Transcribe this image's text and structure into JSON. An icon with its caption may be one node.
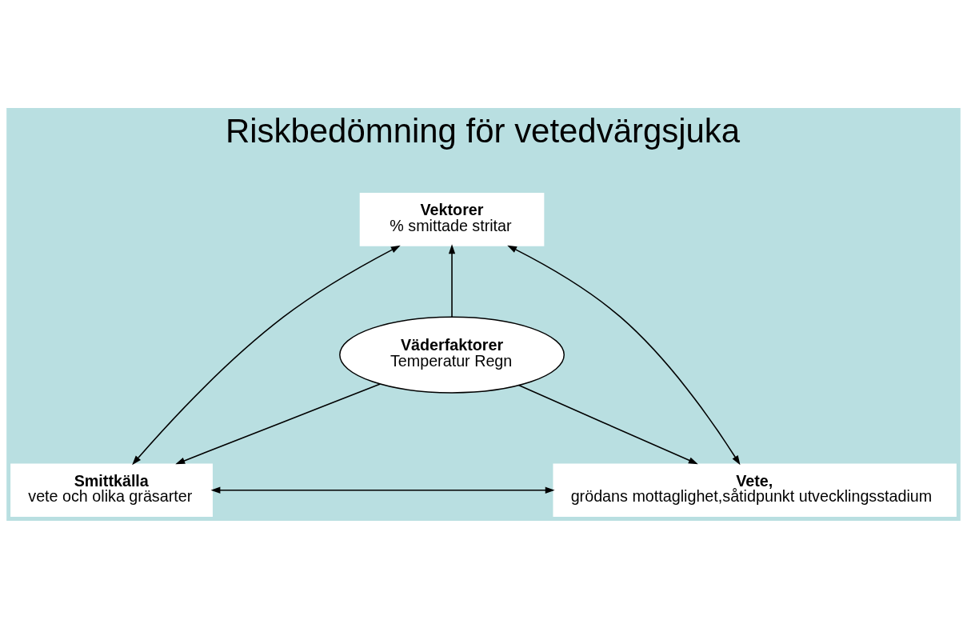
{
  "diagram": {
    "title": "Riskbedömning för vetedvärgsjuka",
    "nodes": [
      {
        "text": [
          "Vektorer",
          "% smittade stritar"
        ]
      },
      {
        "text": [
          "Väderfaktorer",
          "Temperatur Regn"
        ]
      },
      {
        "text": [
          "Smittkälla",
          "vete och olika gräsarter"
        ]
      },
      {
        "text": [
          "Vete,",
          "grödans mottaglighet,såtidpunkt utvecklingsstadium"
        ]
      }
    ],
    "edges": [
      {
        "from": 0,
        "to": 2,
        "arrow": "both"
      },
      {
        "from": 1,
        "to": 0,
        "arrow": "to"
      },
      {
        "from": 0,
        "to": 3,
        "arrow": "both"
      },
      {
        "from": 1,
        "to": 2,
        "arrow": "to"
      },
      {
        "from": 1,
        "to": 3,
        "arrow": "to"
      },
      {
        "from": 2,
        "to": 3,
        "arrow": "both"
      }
    ]
  }
}
